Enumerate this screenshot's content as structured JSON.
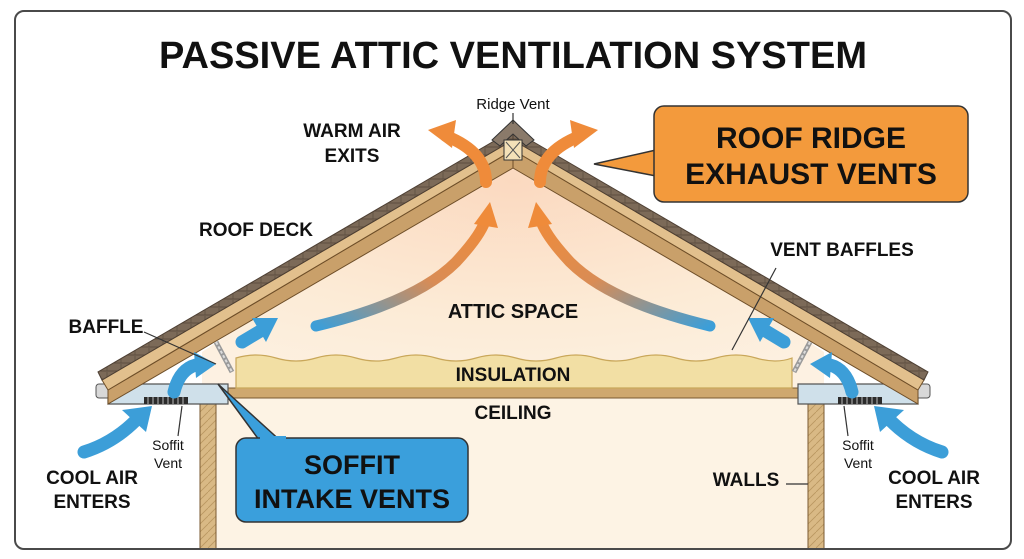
{
  "title": "PASSIVE ATTIC VENTILATION SYSTEM",
  "labels": {
    "ridge_vent": "Ridge Vent",
    "warm_air_1": "WARM AIR",
    "warm_air_2": "EXITS",
    "roof_deck": "ROOF DECK",
    "baffle": "BAFFLE",
    "attic_space": "ATTIC SPACE",
    "insulation": "INSULATION",
    "ceiling": "CEILING",
    "vent_baffles": "VENT BAFFLES",
    "walls": "WALLS",
    "soffit_vent_left_1": "Soffit",
    "soffit_vent_left_2": "Vent",
    "soffit_vent_right_1": "Soffit",
    "soffit_vent_right_2": "Vent",
    "cool_air_left_1": "COOL AIR",
    "cool_air_left_2": "ENTERS",
    "cool_air_right_1": "COOL AIR",
    "cool_air_right_2": "ENTERS"
  },
  "callouts": {
    "ridge_exhaust_1": "ROOF RIDGE",
    "ridge_exhaust_2": "EXHAUST VENTS",
    "soffit_intake_1": "SOFFIT",
    "soffit_intake_2": "INTAKE VENTS"
  },
  "colors": {
    "orange_callout": "#f39a3c",
    "blue_callout": "#3a9fdc",
    "warm_arrow": "#ef8b3a",
    "cool_arrow": "#3c9ed8",
    "insulation": "#f2dfa4",
    "attic": "#fbe8d3",
    "roof": "#8a6a44"
  }
}
